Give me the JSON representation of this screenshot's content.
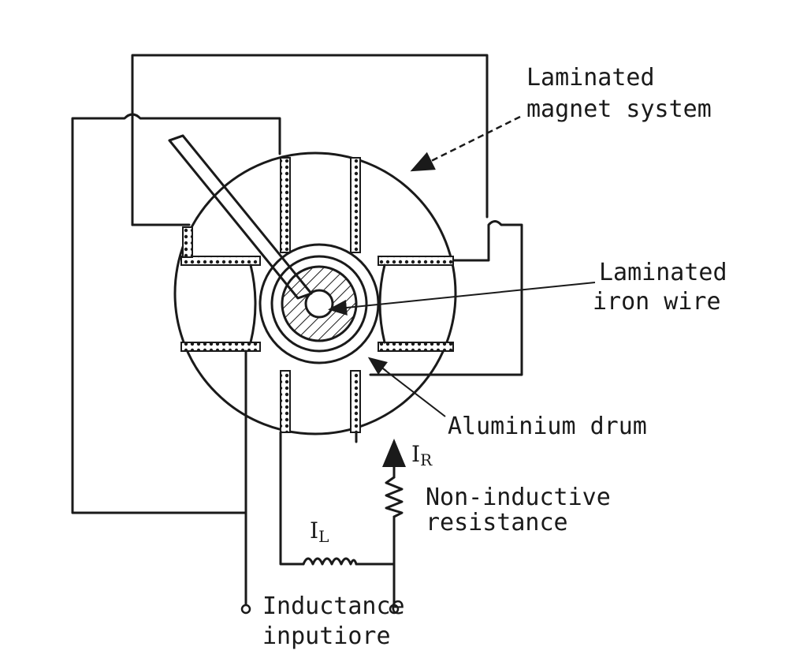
{
  "labels": {
    "magnet_l1": "Laminated",
    "magnet_l2": "magnet system",
    "iron_l1": "Laminated",
    "iron_l2": "iron wire",
    "drum": "Aluminium drum",
    "resist_l1": "Non-inductive",
    "resist_l2": "resistance",
    "input_l1": "Inductance",
    "input_l2": "inputiore",
    "current_r": "I",
    "current_r_sub": "R",
    "current_l": "I",
    "current_l_sub": "L"
  }
}
